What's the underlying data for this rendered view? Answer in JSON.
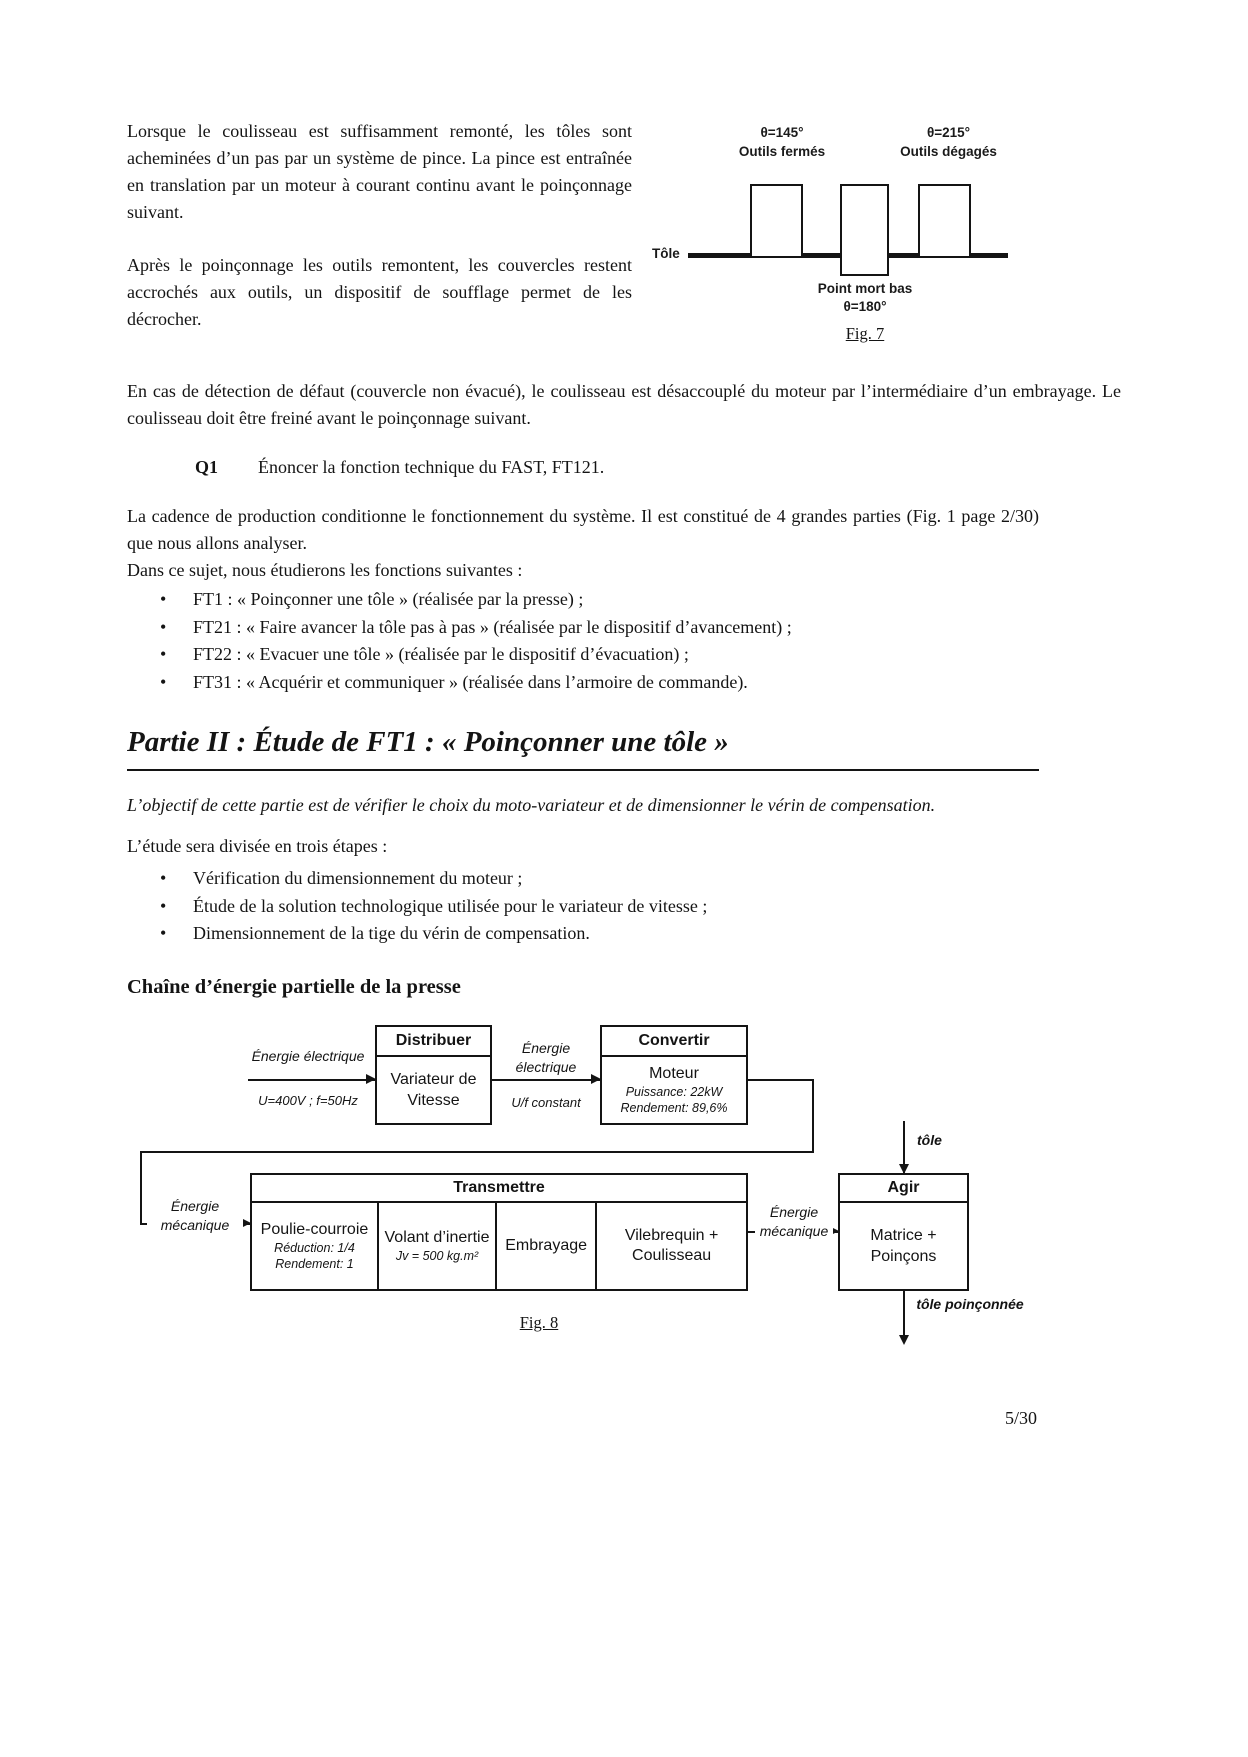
{
  "page_number": "5/30",
  "intro": {
    "p1": "Lorsque le coulisseau est suffisamment remonté, les tôles sont acheminées d’un pas par un système de pince. La pince est entraînée en translation par un moteur à courant continu avant le poinçonnage suivant.",
    "p2": "Après le poinçonnage les outils remontent, les couvercles restent accrochés aux outils, un dispositif de soufflage permet de les décrocher.",
    "p3": "En cas de détection de défaut (couvercle non évacué), le coulisseau est désaccouplé du moteur par l’intermédiaire d’un embrayage. Le coulisseau doit être freiné avant le poinçonnage suivant."
  },
  "fig7": {
    "theta_left": "θ=145°",
    "outils_fermes": "Outils fermés",
    "theta_right": "θ=215°",
    "outils_degages": "Outils dégagés",
    "tole": "Tôle",
    "point_mort_bas": "Point mort bas",
    "theta_mid": "θ=180°",
    "caption": "Fig. 7"
  },
  "q1": {
    "label": "Q1",
    "text": "Énoncer la fonction technique du FAST, FT121."
  },
  "cadence": {
    "p1": "La cadence de production conditionne le fonctionnement du système. Il est constitué de 4 grandes parties (Fig. 1 page 2/30) que nous allons analyser.",
    "p2": "Dans ce sujet, nous étudierons les fonctions suivantes :"
  },
  "fts": [
    "FT1 : « Poinçonner une tôle » (réalisée par la presse) ;",
    "FT21 : « Faire avancer la tôle pas à pas » (réalisée par le dispositif d’avancement) ;",
    "FT22 : « Evacuer une tôle » (réalisée par le dispositif d’évacuation) ;",
    "FT31 : « Acquérir et communiquer » (réalisée dans l’armoire de commande)."
  ],
  "partie2": {
    "title": "Partie II : Étude de FT1 : « Poinçonner une tôle »",
    "objective": "L’objectif de cette partie est de vérifier le choix du moto-variateur et de dimensionner le vérin de compensation.",
    "etapes_intro": "L’étude sera divisée en trois étapes :",
    "etapes": [
      "Vérification du dimensionnement du moteur ;",
      "Étude de la solution technologique utilisée pour le variateur de vitesse ;",
      "Dimensionnement de la tige du vérin de compensation."
    ]
  },
  "chaine": {
    "title": "Chaîne d’énergie partielle de la presse"
  },
  "fig8": {
    "distribuer": {
      "header": "Distribuer",
      "body": "Variateur de Vitesse"
    },
    "convertir": {
      "header": "Convertir",
      "name": "Moteur",
      "spec1": "Puissance: 22kW",
      "spec2": "Rendement: 89,6%"
    },
    "transmettre": {
      "header": "Transmettre",
      "cells": [
        {
          "name": "Poulie-courroie",
          "spec1": "Réduction: 1/4",
          "spec2": "Rendement: 1"
        },
        {
          "name": "Volant d’inertie",
          "spec1": "Jv = 500 kg.m²"
        },
        {
          "name": "Embrayage"
        },
        {
          "name": "Vilebrequin + Coulisseau"
        }
      ]
    },
    "agir": {
      "header": "Agir",
      "body": "Matrice + Poinçons"
    },
    "labels": {
      "energie_electrique_in": "Énergie électrique",
      "u_f_in": "U=400V ; f=50Hz",
      "energie_electrique_mid": "Énergie électrique",
      "u_f_mid": "U/f constant",
      "energie_mecanique_left": "Énergie mécanique",
      "energie_mecanique_right": "Énergie mécanique",
      "tole_in": "tôle",
      "tole_out": "tôle poinçonnée"
    },
    "caption": "Fig. 8"
  }
}
